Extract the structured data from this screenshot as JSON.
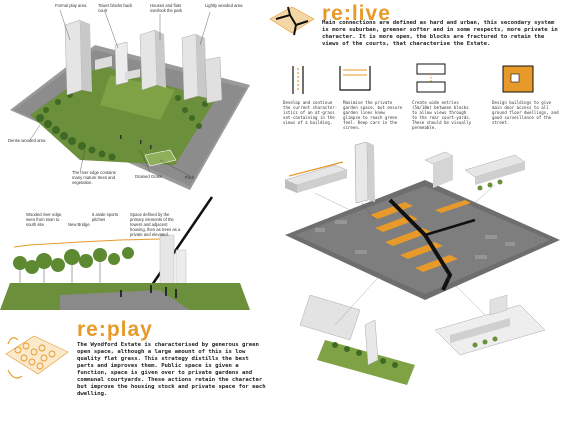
{
  "colors": {
    "accent": "#e79a2a",
    "grass": "#6b8f3a",
    "dark": "#2b2b2b"
  },
  "top_left": {
    "labels": [
      "Formal play area",
      "Tower blocks back court",
      "Houses and flats overlook the park",
      "Lightly wooded area",
      "Dense wooded area",
      "The river edge contains many mature trees and vegetation.",
      "Drained Grass",
      "Pitch"
    ]
  },
  "relive": {
    "title": "re:live",
    "body": "Main connections are defined as hard and urban, this secondary system is more suburban, greener softer and in some respects, more private in character. It is more open, the blocks are fractured to retain the views of the courts, that characterise the Estate.",
    "captions": [
      "Develop and continue the current character-istics of an at-grass set-containing in the views of a building.",
      "Maximise the private garden space, but ensure garden lines knew glimpse to reach green feel. Keep cars in the screen.",
      "Create wide entries (5m/10m) between blocks to allow views through to the rear court-yards. These should be visually permeable.",
      "Design buildings to give main door access to all ground floor dwellings, and good surveillance of the street."
    ]
  },
  "middle_left": {
    "labels": [
      "Wooded river edge, seen from town to south site.",
      "New Bridge",
      "5 aside sports pitches",
      "Space defined by the primary elements of the towers and adjacent housing, then as trees as a private and elevated."
    ]
  },
  "replay": {
    "title": "re:play",
    "body": "The Wyndford Estate is characterised by generous green open space, although a large amount of this is low quality flat grass. This strategy distills the best parts and improves them. Public space is given a function, space is given over to private gardens and communal courtyards. These actions retain the character but improve the housing stock and private space for each dwelling."
  }
}
